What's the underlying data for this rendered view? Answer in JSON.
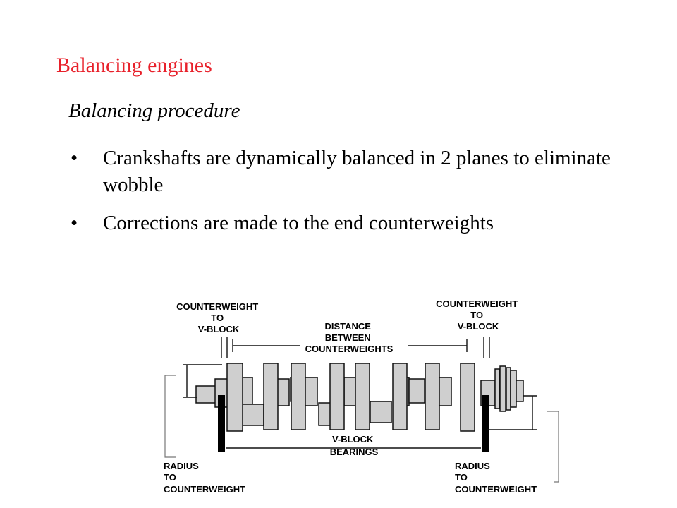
{
  "slide": {
    "title": "Balancing engines",
    "subtitle": "Balancing procedure",
    "bullets": [
      "Crankshafts are dynamically balanced in 2 planes to eliminate wobble",
      "Corrections are made to the end counterweights"
    ],
    "bullet_symbol": "•"
  },
  "diagram": {
    "labels": {
      "cw_to_vblock_left": [
        "COUNTERWEIGHT",
        "TO",
        "V-BLOCK"
      ],
      "cw_to_vblock_right": [
        "COUNTERWEIGHT",
        "TO",
        "V-BLOCK"
      ],
      "distance_between": [
        "DISTANCE",
        "BETWEEN",
        "COUNTERWEIGHTS"
      ],
      "vblock_bearings": [
        "V-BLOCK",
        "BEARINGS"
      ],
      "radius_left": [
        "RADIUS",
        "TO",
        "COUNTERWEIGHT"
      ],
      "radius_right": [
        "RADIUS",
        "TO",
        "COUNTERWEIGHT"
      ]
    }
  },
  "colors": {
    "title": "#e8202a",
    "text": "#000000",
    "part_fill": "#cfcfcf"
  }
}
